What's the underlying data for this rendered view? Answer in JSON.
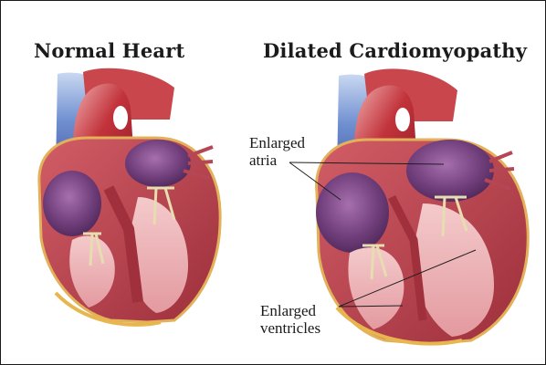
{
  "titles": {
    "normal": "Normal Heart",
    "dilated": "Dilated Cardiomyopathy"
  },
  "labels": {
    "atria_line1": "Enlarged",
    "atria_line2": "atria",
    "ventricles_line1": "Enlarged",
    "ventricles_line2": "ventricles"
  },
  "colors": {
    "aorta_red": "#c2333b",
    "vein_blue": "#6f8fd0",
    "atrium_purple": "#6e3d79",
    "myocardium": "#c04b55",
    "chamber_pink": "#eab2b5",
    "valve_cream": "#e6ddb0",
    "fat_yellow": "#e7b64f"
  }
}
